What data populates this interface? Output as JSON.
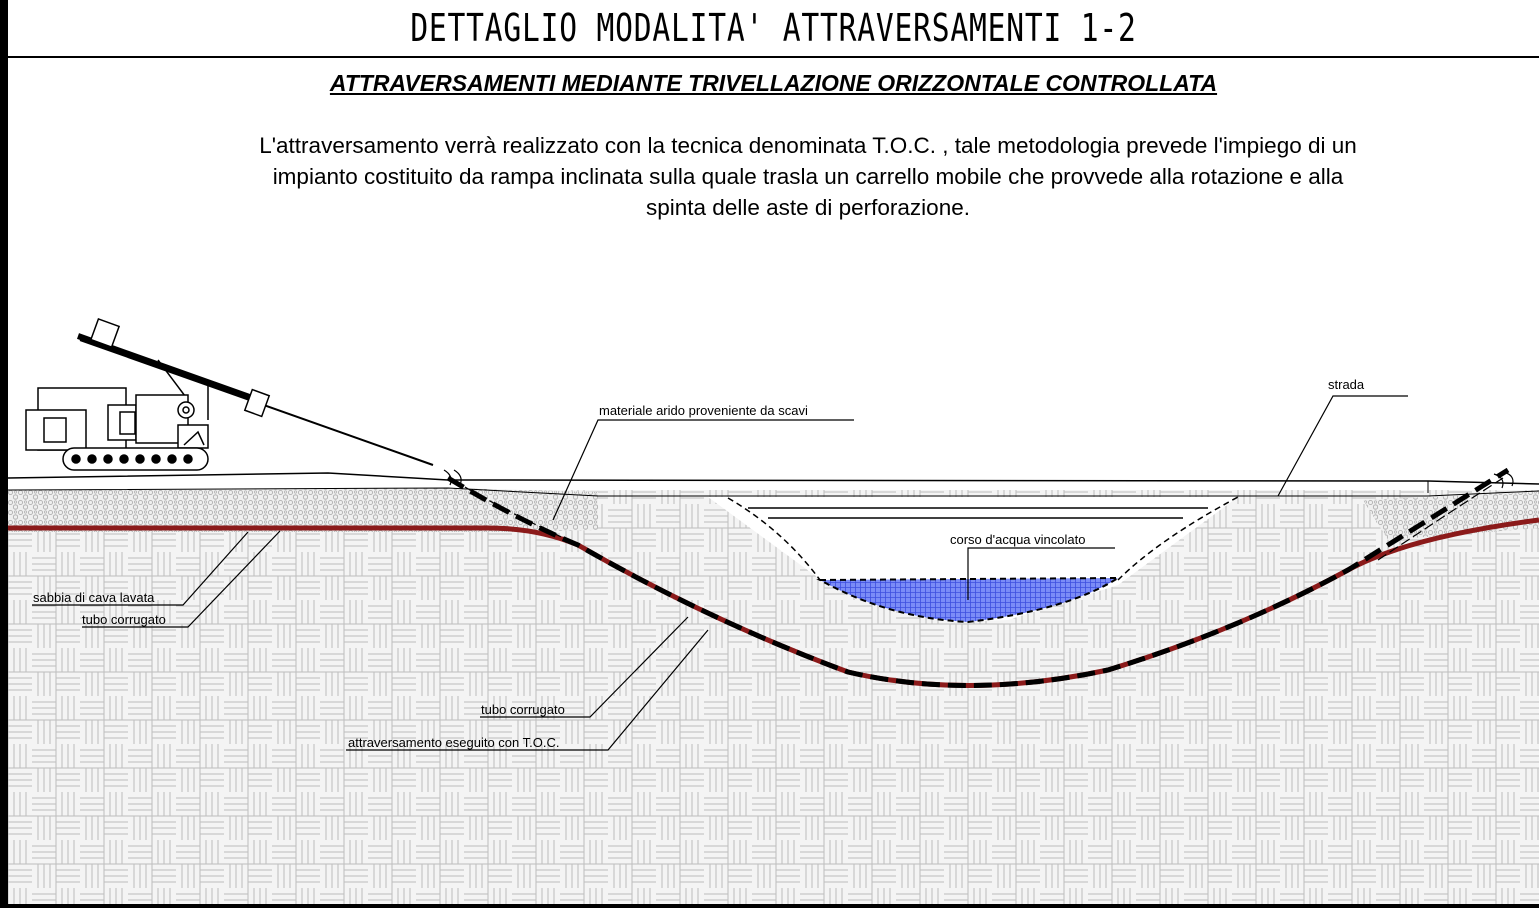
{
  "title": "DETTAGLIO MODALITA' ATTRAVERSAMENTI 1-2",
  "subtitle": "ATTRAVERSAMENTI MEDIANTE TRIVELLAZIONE ORIZZONTALE CONTROLLATA",
  "description": "L'attraversamento verrà realizzato con la tecnica denominata T.O.C. , tale metodologia prevede l'impiego di un\nimpianto costituito da rampa inclinata sulla quale trasla un carrello mobile che provvede alla rotazione e alla\nspinta delle aste di perforazione.",
  "labels": {
    "strada": "strada",
    "materiale": "materiale arido proveniente da scavi",
    "corso": "corso d'acqua vincolato",
    "sabbia": "sabbia di cava lavata",
    "tubo_left": "tubo corrugato",
    "tubo_center": "tubo corrugato",
    "toc": "attraversamento eseguito con T.O.C."
  },
  "colors": {
    "pipe": "#8b1a1a",
    "water": "#4a5ff0",
    "hatch": "#c9c9c9"
  }
}
